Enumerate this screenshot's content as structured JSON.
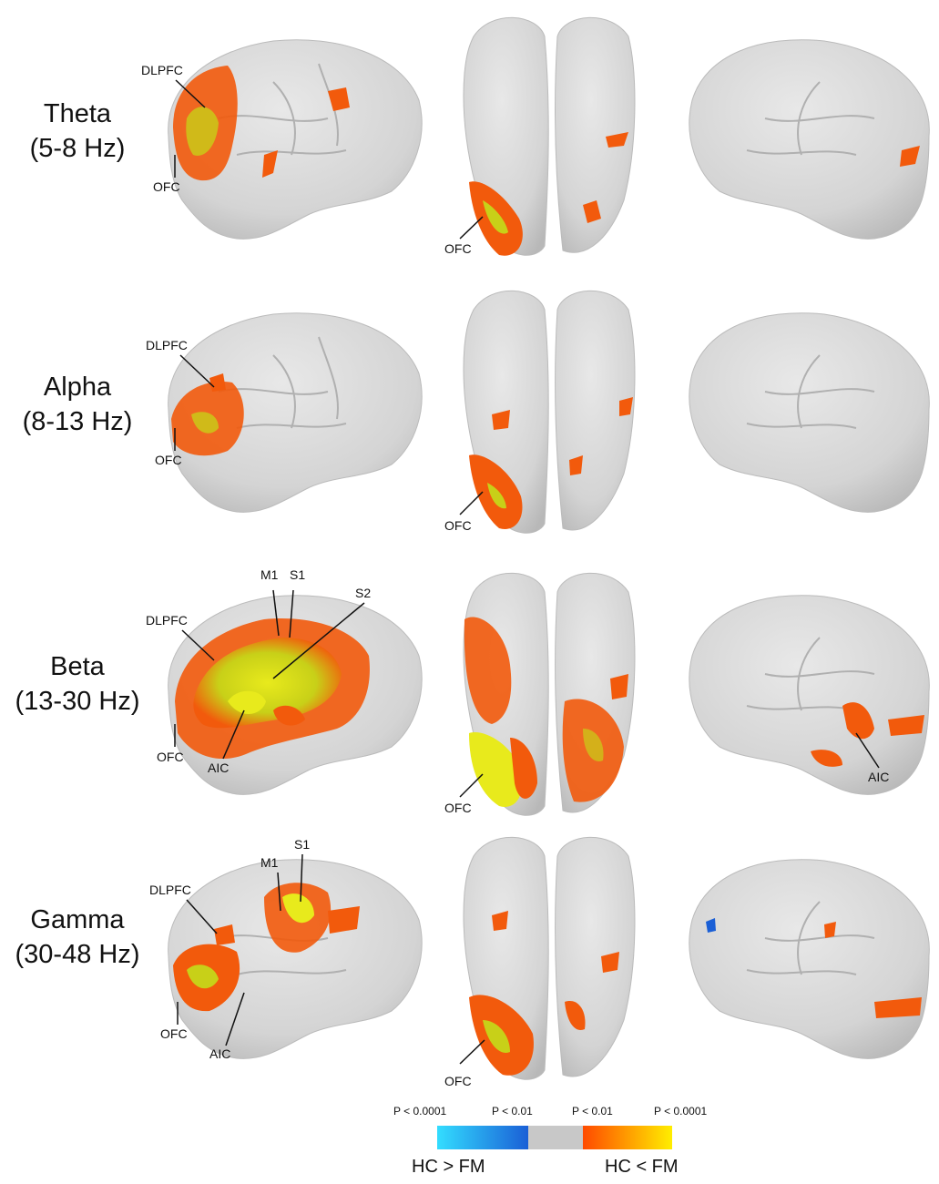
{
  "rows": [
    {
      "band": "Theta",
      "range": "(5-8 Hz)",
      "lateral_labels": [
        "DLPFC",
        "OFC"
      ],
      "ventral_labels": [
        "OFC"
      ],
      "right_labels": []
    },
    {
      "band": "Alpha",
      "range": "(8-13 Hz)",
      "lateral_labels": [
        "DLPFC",
        "OFC"
      ],
      "ventral_labels": [
        "OFC"
      ],
      "right_labels": []
    },
    {
      "band": "Beta",
      "range": "(13-30 Hz)",
      "lateral_labels": [
        "M1",
        "S1",
        "S2",
        "DLPFC",
        "OFC",
        "AIC"
      ],
      "ventral_labels": [
        "OFC"
      ],
      "right_labels": [
        "AIC"
      ]
    },
    {
      "band": "Gamma",
      "range": "(30-48 Hz)",
      "lateral_labels": [
        "S1",
        "M1",
        "DLPFC",
        "OFC",
        "AIC"
      ],
      "ventral_labels": [
        "OFC"
      ],
      "right_labels": []
    }
  ],
  "colorbar": {
    "p_labels": [
      "P < 0.0001",
      "P < 0.01",
      "P < 0.01",
      "P < 0.0001"
    ],
    "left_group": "HC > FM",
    "right_group": "HC < FM",
    "colors": {
      "cyan": "#33ddff",
      "blue": "#1a5fd6",
      "neutral": "#c8c8c8",
      "orange": "#ff4a00",
      "yellow": "#ffee00"
    }
  },
  "brain_color": "#d9d9d9",
  "activation_colors": {
    "orange": "#f25a0c",
    "yellow": "#e8ea1c"
  }
}
